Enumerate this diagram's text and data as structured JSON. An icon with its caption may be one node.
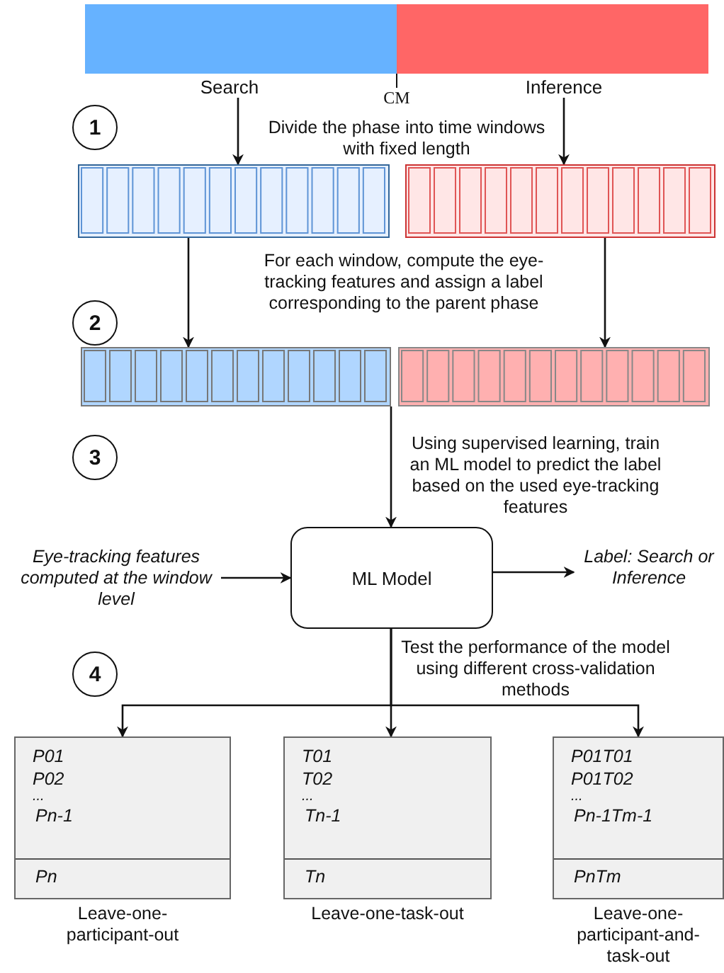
{
  "diagram": {
    "nodes": [
      {
        "text": [],
        "shape": "bar"
      },
      {
        "text": [],
        "shape": "bar"
      },
      {
        "text": [
          "Search"
        ]
      },
      {
        "text": [
          "Inference"
        ]
      },
      {
        "text": [
          "1"
        ]
      },
      {
        "text": [],
        "shape": "bar"
      },
      {
        "text": [],
        "shape": "bar"
      },
      {
        "text": [
          "2"
        ]
      },
      {
        "text": [],
        "shape": "bar"
      },
      {
        "text": [],
        "shape": "bar"
      },
      {
        "text": [
          "3"
        ]
      },
      {
        "text": [
          "Eye-tracking features computed at the window level"
        ]
      },
      {
        "text": [
          "ML Model"
        ]
      },
      {
        "text": [
          "Label: Search or Inference"
        ]
      },
      {
        "text": [
          "4"
        ]
      },
      {
        "text": [
          "P01",
          "P02",
          "...",
          "Pn-1",
          "Pn"
        ],
        "beside": [
          "Leave-one-participant-out"
        ]
      },
      {
        "text": [
          "T01",
          "T02",
          "...",
          "Tn-1",
          "Tn"
        ],
        "beside": [
          "Leave-one-task-out"
        ]
      },
      {
        "text": [
          "P01T01",
          "P01T02",
          "...",
          "Pn-1Tm-1",
          "PnTm"
        ],
        "beside": [
          "Leave-one-participant-and-task-out"
        ]
      }
    ],
    "edges": [
      {
        "from": 2,
        "to": 5,
        "arrow": "to"
      },
      {
        "from": 3,
        "to": 6,
        "arrow": "to"
      },
      {
        "from": 5,
        "to": 8,
        "arrow": "to"
      },
      {
        "from": 6,
        "to": 9,
        "arrow": "to"
      },
      {
        "from": 8,
        "to": 12,
        "arrow": "to"
      },
      {
        "from": 9,
        "to": 12,
        "arrow": "to"
      },
      {
        "from": 11,
        "to": 12,
        "arrow": "to"
      },
      {
        "from": 12,
        "to": 13,
        "arrow": "to"
      },
      {
        "from": 12,
        "to": 15,
        "arrow": "to"
      },
      {
        "from": 12,
        "to": 16,
        "arrow": "to"
      },
      {
        "from": 12,
        "to": 17,
        "arrow": "to"
      }
    ],
    "labels": [
      "CM",
      "Divide the phase into time windows with fixed length",
      "For each window, compute the eye-tracking features and assign a label corresponding to the parent phase",
      "Using supervised learning, train an ML model to predict the label based on the used eye-tracking features",
      "Test the performance of the model using different cross-validation methods"
    ]
  }
}
